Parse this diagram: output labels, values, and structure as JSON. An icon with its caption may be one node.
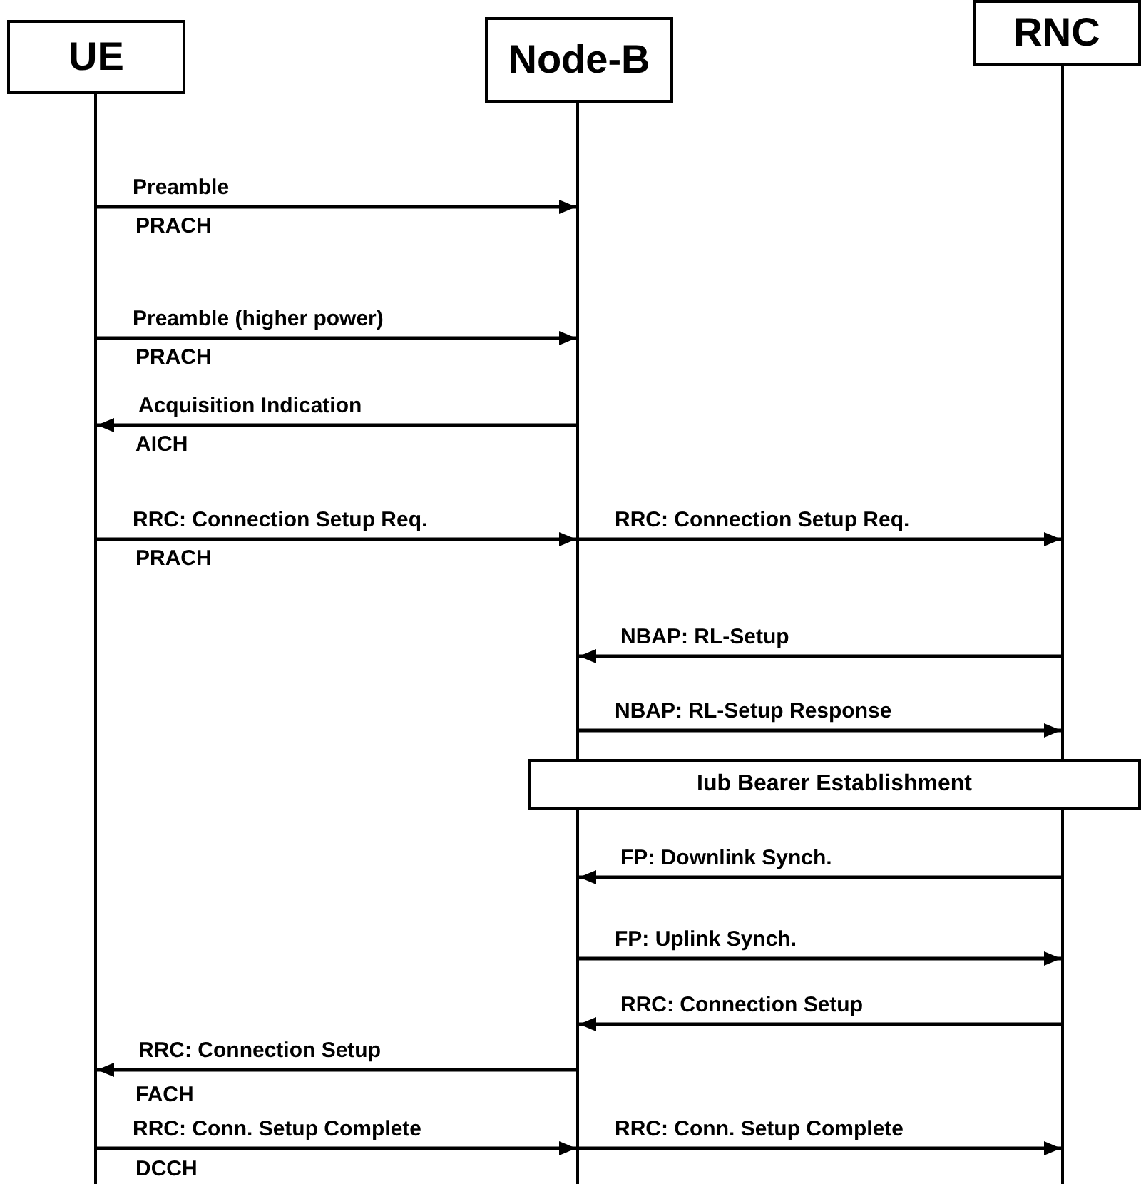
{
  "diagram": {
    "nodes": [
      {
        "text": [
          "UE"
        ]
      },
      {
        "text": [
          "Node-B"
        ]
      },
      {
        "text": [
          "RNC"
        ]
      },
      {
        "text": [
          "Iub Bearer Establishment"
        ]
      }
    ],
    "edges": [
      {
        "from": 0,
        "to": 1,
        "arrow": "to",
        "label": "Preamble"
      },
      {
        "from": 0,
        "to": 1,
        "arrow": "to",
        "label": "Preamble (higher power)"
      },
      {
        "from": 1,
        "to": 0,
        "arrow": "to",
        "label": "Acquisition Indication"
      },
      {
        "from": 0,
        "to": 1,
        "arrow": "to",
        "label": "RRC: Connection Setup Req."
      },
      {
        "from": 1,
        "to": 2,
        "arrow": "to",
        "label": "RRC: Connection Setup Req."
      },
      {
        "from": 2,
        "to": 1,
        "arrow": "to",
        "label": "NBAP: RL-Setup"
      },
      {
        "from": 1,
        "to": 2,
        "arrow": "to",
        "label": "NBAP: RL-Setup Response"
      },
      {
        "from": 2,
        "to": 1,
        "arrow": "to",
        "label": "FP: Downlink Synch."
      },
      {
        "from": 1,
        "to": 2,
        "arrow": "to",
        "label": "FP: Uplink Synch."
      },
      {
        "from": 2,
        "to": 1,
        "arrow": "to",
        "label": "RRC: Connection Setup"
      },
      {
        "from": 1,
        "to": 0,
        "arrow": "to",
        "label": "RRC: Connection Setup"
      },
      {
        "from": 0,
        "to": 1,
        "arrow": "to",
        "label": "RRC: Conn. Setup Complete"
      },
      {
        "from": 1,
        "to": 2,
        "arrow": "to",
        "label": "RRC: Conn. Setup Complete"
      }
    ],
    "labels": [
      "PRACH",
      "PRACH",
      "AICH",
      "PRACH",
      "FACH",
      "DCCH"
    ]
  }
}
